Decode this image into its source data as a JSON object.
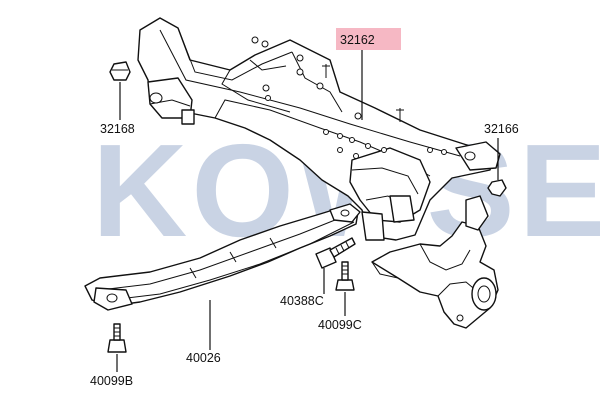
{
  "watermark": {
    "text": "KOWSE",
    "color": "#c9d3e4"
  },
  "highlight_color": "#f6b8c4",
  "callouts": [
    {
      "id": "32162",
      "label": "32162",
      "highlighted": true
    },
    {
      "id": "32168",
      "label": "32168",
      "highlighted": false
    },
    {
      "id": "32166",
      "label": "32166",
      "highlighted": false
    },
    {
      "id": "40388C",
      "label": "40388C",
      "highlighted": false
    },
    {
      "id": "40099C",
      "label": "40099C",
      "highlighted": false
    },
    {
      "id": "40026",
      "label": "40026",
      "highlighted": false
    },
    {
      "id": "40099B",
      "label": "40099B",
      "highlighted": false
    }
  ]
}
